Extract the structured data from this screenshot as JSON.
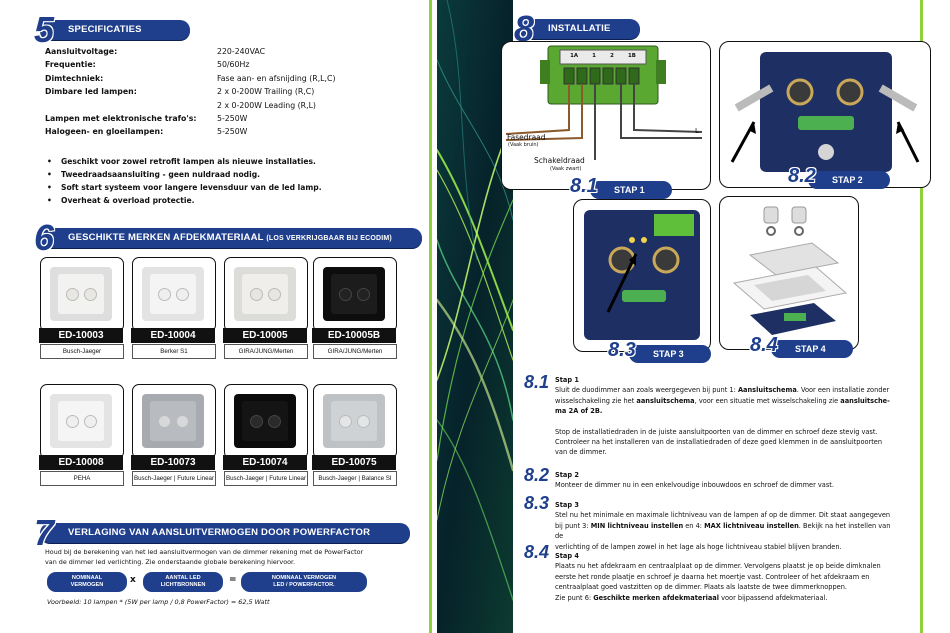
{
  "s5": {
    "num": "5",
    "title": "SPECIFICATIES"
  },
  "specs": [
    {
      "label": "Aansluitvoltage:",
      "value": "220-240VAC"
    },
    {
      "label": "Frequentie:",
      "value": "50/60Hz"
    },
    {
      "label": "Dimtechniek:",
      "value": "Fase aan- en afsnijding (R,L,C)"
    },
    {
      "label": "Dimbare led lampen:",
      "value": "2 x 0-200W Trailing (R,C)"
    },
    {
      "label": "",
      "value": "2 x 0-200W Leading (R,L)"
    },
    {
      "label": "Lampen met elektronische trafo's:",
      "value": "5-250W"
    },
    {
      "label": "Halogeen- en gloeilampen:",
      "value": "5-250W"
    }
  ],
  "bullets": [
    "Geschikt voor zowel retrofit lampen als nieuwe installaties.",
    "Tweedraadsaansluiting - geen nuldraad nodig.",
    "Soft start systeem voor langere levensduur van de led lamp.",
    "Overheat & overload protectie."
  ],
  "s6": {
    "num": "6",
    "title": "GESCHIKTE MERKEN AFDEKMATERIAAL",
    "subtitle": "(LOS VERKRIJGBAAR BIJ ECODIM)"
  },
  "plates": [
    {
      "code": "ED-10003",
      "brand": "Busch-Jaeger",
      "plate": "#f2f2f0",
      "frame": "#dedede",
      "knob": "#e9e7e2"
    },
    {
      "code": "ED-10004",
      "brand": "Berker S1",
      "plate": "#f4f4f4",
      "frame": "#e3e3e3",
      "knob": "#efefef"
    },
    {
      "code": "ED-10005",
      "brand": "GIRA/JUNG/Merten",
      "plate": "#efeeeb",
      "frame": "#dcdcd8",
      "knob": "#e8e6e0"
    },
    {
      "code": "ED-10005B",
      "brand": "GIRA/JUNG/Merten",
      "plate": "#1c1c1c",
      "frame": "#0d0d0d",
      "knob": "#222"
    },
    {
      "code": "ED-10008",
      "brand": "PEHA",
      "plate": "#f5f5f5",
      "frame": "#e4e4e4",
      "knob": "#efefef"
    },
    {
      "code": "ED-10073",
      "brand": "Busch-Jaeger | Future Linear",
      "plate": "#b8bcc0",
      "frame": "#a7abaf",
      "knob": "#d6d8da"
    },
    {
      "code": "ED-10074",
      "brand": "Busch-Jaeger | Future Linear",
      "plate": "#141414",
      "frame": "#0b0b0b",
      "knob": "#2a2a2a"
    },
    {
      "code": "ED-10075",
      "brand": "Busch-Jaeger | Balance SI",
      "plate": "#cfd2d4",
      "frame": "#bfc2c5",
      "knob": "#e4e5e6"
    }
  ],
  "s7": {
    "num": "7",
    "title": "VERLAGING VAN AANSLUITVERMOGEN DOOR POWERFACTOR"
  },
  "s7text": [
    "Houd bij de berekening van het led aansluitvermogen van de dimmer rekening met de PowerFactor",
    "van de dimmer led verlichting. Zie onderstaande globale berekening hiervoor."
  ],
  "pills": [
    {
      "l1": "NOMINAAL",
      "l2": "VERMOGEN"
    },
    {
      "l1": "AANTAL LED",
      "l2": "LICHTBRONNEN"
    },
    {
      "l1": "NOMINAAL VERMOGEN",
      "l2": "LED / POWERFACTOR."
    }
  ],
  "example": "Voorbeeld: 10 lampen * (5W per lamp / 0,8 PowerFactor) = 62,5 Watt",
  "s8": {
    "num": "8",
    "title": "INSTALLATIE"
  },
  "wiring": {
    "terminals": [
      "1A",
      "1",
      "",
      "",
      "2",
      "1B"
    ],
    "fase": "Fasedraad",
    "fase_sub": "(Vaak bruin)",
    "schakel": "Schakeldraad",
    "schakel_sub": "(Vaak zwart)",
    "L": "L"
  },
  "stepbars": [
    {
      "num": "8.1",
      "label": "STAP 1"
    },
    {
      "num": "8.2",
      "label": "STAP 2"
    },
    {
      "num": "8.3",
      "label": "STAP 3"
    },
    {
      "num": "8.4",
      "label": "STAP 4"
    }
  ],
  "steps": [
    {
      "num": "8.1",
      "title": "Stap 1",
      "p1": "Sluit de duodimmer aan zoals weergegeven bij punt 1: ",
      "p1b": "Aansluitschema",
      "p1c": ". Voor een installatie zonder",
      "p2": "wisselschakeling zie het ",
      "p2b": "aansluitschema",
      "p2c": ", voor een situatie met wisselschakeling zie ",
      "p2d": "aansluitsche-",
      "p3": "ma 2A of 2B.",
      "p4": "Stop de installatiedraden in de juiste aansluitpoorten van de dimmer en schroef deze stevig vast.",
      "p5": "Controleer na het installeren van de installatiedraden of deze goed klemmen in de aansluitpoorten",
      "p6": "van de dimmer."
    },
    {
      "num": "8.2",
      "title": "Stap 2",
      "p1": "Monteer de dimmer nu in een enkelvoudige inbouwdoos en schroef de dimmer vast."
    },
    {
      "num": "8.3",
      "title": "Stap 3",
      "p1": "Stel nu het minimale en maximale lichtniveau van de lampen af op de dimmer. Dit staat aangegeven",
      "p2": "bij punt 3: ",
      "p2b": "MIN lichtniveau instellen",
      "p2c": " en 4: ",
      "p2d": "MAX lichtniveau instellen",
      "p2e": ". Bekijk na het instellen van de",
      "p3": "verlichting of de lampen zowel in het lage als hoge lichtniveau stabiel blijven branden."
    },
    {
      "num": "8.4",
      "title": "Stap 4",
      "p1": "Plaats nu het afdekraam en centraalplaat op de dimmer. Vervolgens plaatst je op beide dimknalen",
      "p2": "eerste het ronde plaatje en schroef je daarna het moertje vast. Controleer of het afdekraam en",
      "p3": "centraalplaat goed vastzitten op de dimmer. Plaats als laatste de twee dimmerknoppen.",
      "p4": "Zie punt 6: ",
      "p4b": "Geschikte merken afdekmateriaal",
      "p4c": " voor bijpassend afdekmateriaal."
    }
  ],
  "colors": {
    "blue": "#1f3f8c",
    "green": "#8fd13a"
  }
}
